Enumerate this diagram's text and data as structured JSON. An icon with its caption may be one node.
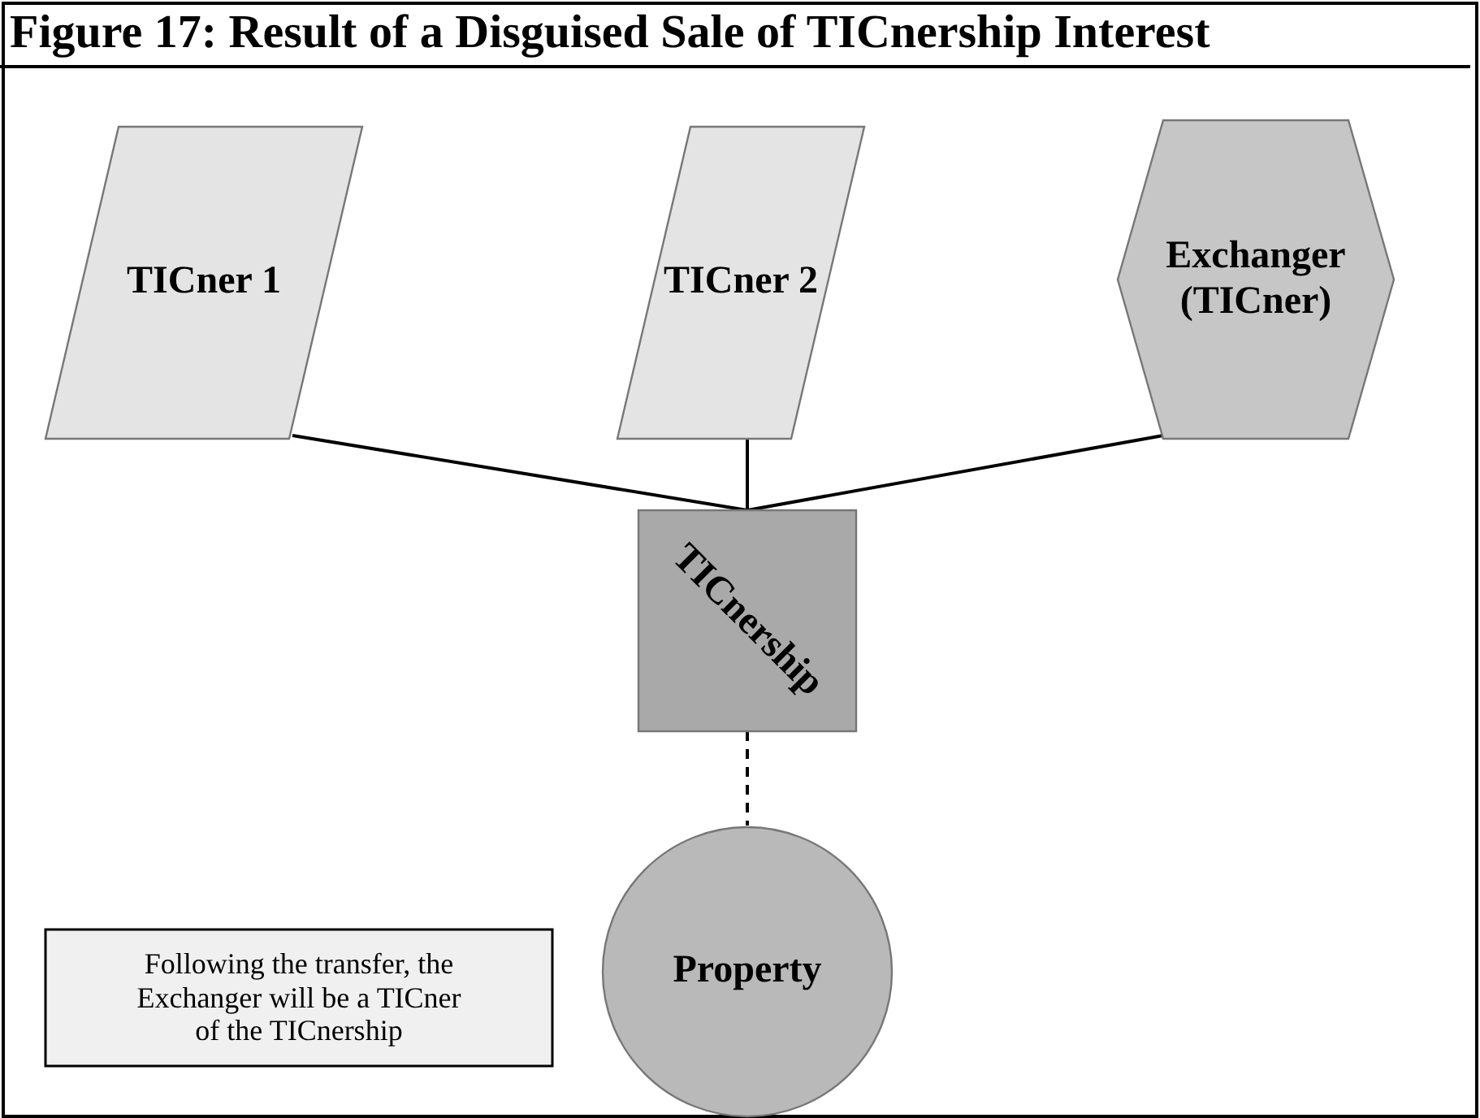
{
  "diagram": {
    "title": "Figure 17: Result of a Disguised Sale of TICnership Interest",
    "nodes": [
      {
        "text": [
          "TICner 1"
        ]
      },
      {
        "text": [
          "TICner 2"
        ]
      },
      {
        "text": [
          "Exchanger (TICner)"
        ]
      },
      {
        "text": [
          "TICnership"
        ]
      },
      {
        "text": [
          "Property"
        ]
      },
      {
        "text": [
          "Following the transfer, the Exchanger will be a TICner of the TICnership"
        ]
      }
    ],
    "edges": [
      {
        "from": 0,
        "to": 3,
        "arrow": "none"
      },
      {
        "from": 1,
        "to": 3,
        "arrow": "none"
      },
      {
        "from": 2,
        "to": 3,
        "arrow": "none"
      },
      {
        "from": 3,
        "to": 4,
        "arrow": "none",
        "style": "dashed"
      }
    ]
  }
}
